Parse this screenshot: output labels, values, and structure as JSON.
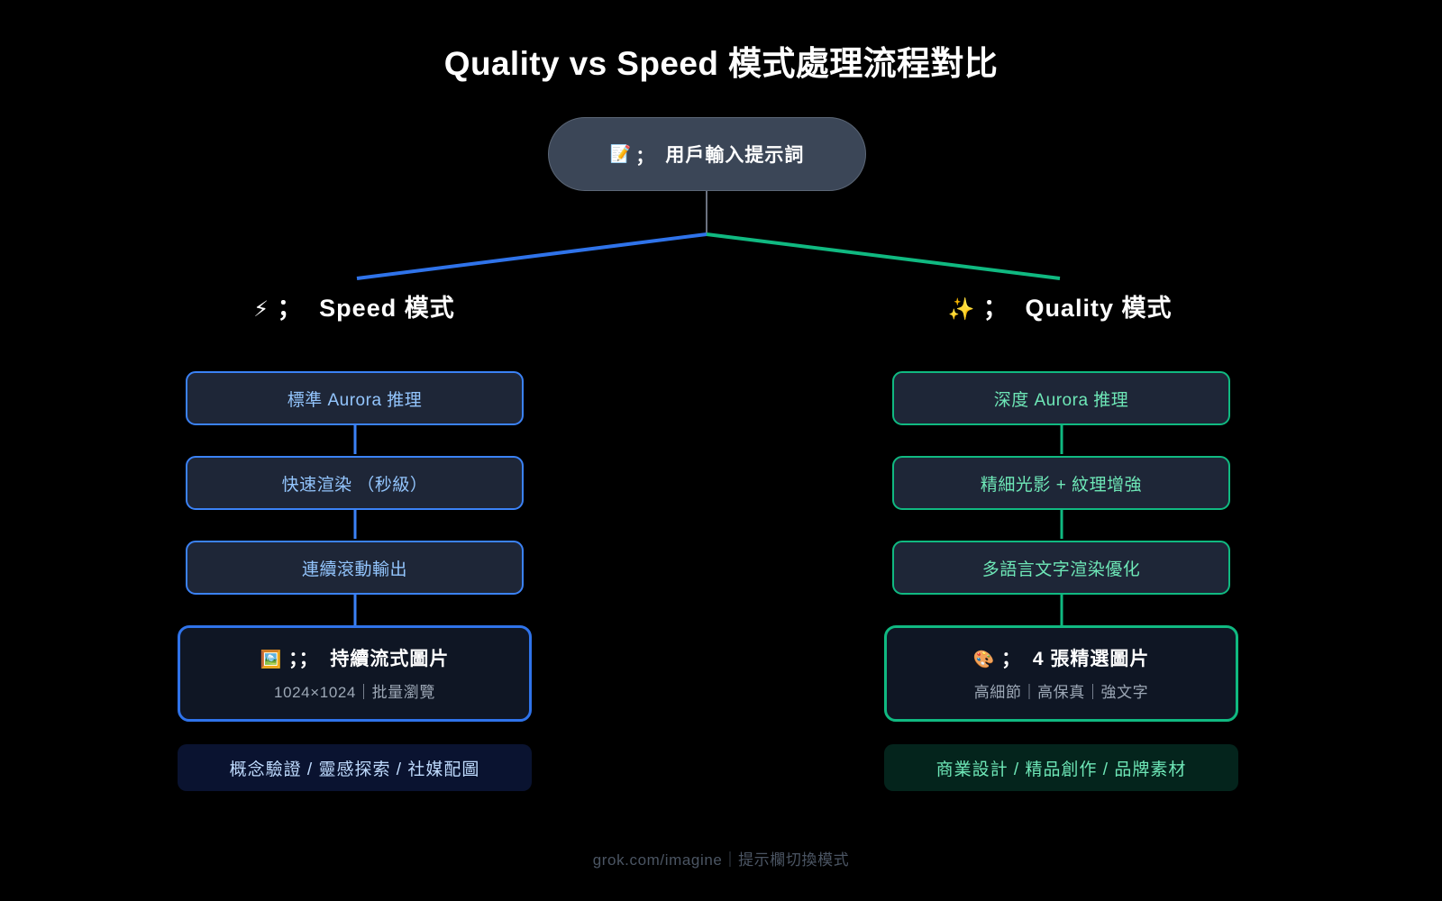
{
  "page": {
    "title": "Quality vs Speed 模式處理流程對比",
    "background_color": "#000000",
    "footer": "grok.com/imagine｜提示欄切換模式"
  },
  "root_node": {
    "icon": "memo-pencil-icon",
    "emoji": "📝",
    "separator": "；",
    "label": "用戶輸入提示詞",
    "fill_color": "#3b4657",
    "border_color": "#5b6676"
  },
  "connectors": {
    "stem_color": "#6b7280",
    "left_branch_color": "#2f73ea",
    "right_branch_color": "#10b981"
  },
  "branches": [
    {
      "id": "speed",
      "emoji": "⚡",
      "icon": "lightning-bolt-icon",
      "separator": "；",
      "heading": "Speed 模式",
      "accent_color": "#3b82f6",
      "text_color": "#93c5fd",
      "steps": [
        "標準 Aurora 推理",
        "快速渲染 （秒級）",
        "連續滾動輸出"
      ],
      "result": {
        "emoji": "🖼️",
        "icon": "framed-picture-icon",
        "separator": "；；",
        "title": "持續流式圖片",
        "subtitle": "1024×1024｜批量瀏覽",
        "border_color": "#2f73ea",
        "fill_color": "#0f1624"
      },
      "tag": {
        "label": "概念驗證 / 靈感探索 / 社媒配圖",
        "fill_color": "#0a1330",
        "text_color": "#bfdbfe"
      }
    },
    {
      "id": "quality",
      "emoji": "✨",
      "icon": "sparkles-icon",
      "separator": "；",
      "heading": "Quality 模式",
      "accent_color": "#10b981",
      "text_color": "#6ee7b7",
      "steps": [
        "深度 Aurora 推理",
        "精細光影 + 紋理增強",
        "多語言文字渲染優化"
      ],
      "result": {
        "emoji": "🎨",
        "icon": "artist-palette-icon",
        "separator": "；",
        "title": "4 張精選圖片",
        "subtitle": "高細節｜高保真｜強文字",
        "border_color": "#10b981",
        "fill_color": "#0f1624"
      },
      "tag": {
        "label": "商業設計 / 精品創作 / 品牌素材",
        "fill_color": "#04241c",
        "text_color": "#6ee7b7"
      }
    }
  ]
}
